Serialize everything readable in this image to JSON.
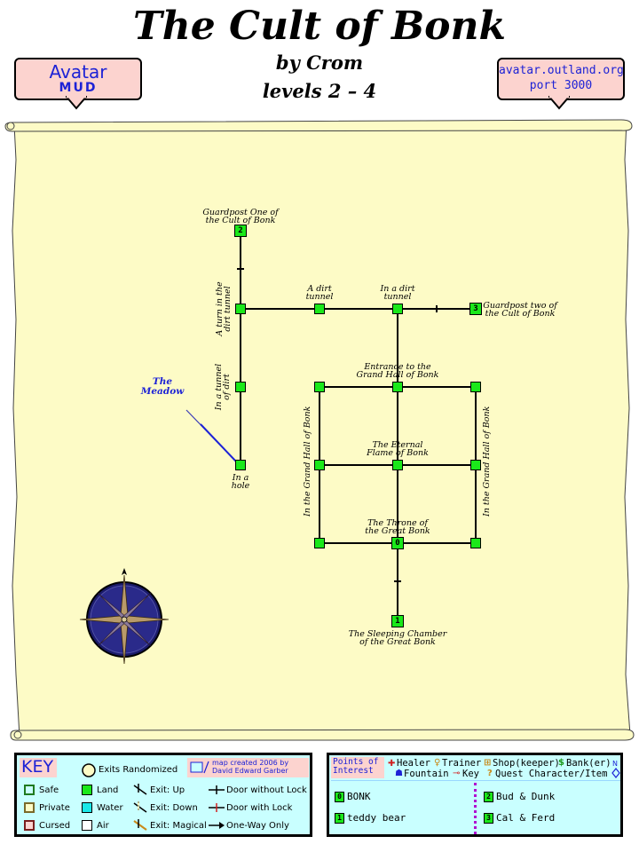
{
  "header": {
    "title": "The Cult of Bonk",
    "author": "by Crom",
    "levels": "levels 2 – 4"
  },
  "badges": {
    "left_line1": "Avatar",
    "left_line2": "MUD",
    "right_line1": "avatar.outland.org",
    "right_line2": "port 3000"
  },
  "colors": {
    "parchment": "#fdfbc6",
    "room": "#1ae81a",
    "key_bg": "#c9ffff",
    "badge_bg": "#fcd3cf",
    "meadow_text": "#1d22d6"
  },
  "map": {
    "rooms": {
      "guardpost_one": "Guardpost One of\nthe Cult of Bonk",
      "a_turn": "A turn in the\ndirt tunnel",
      "a_dirt_tunnel": "A dirt\ntunnel",
      "in_a_dirt_tunnel": "In a dirt\ntunnel",
      "guardpost_two": "Guardpost two of\nthe Cult of Bonk",
      "in_a_tunnel_of_dirt": "In a tunnel\nof dirt",
      "in_a_hole": "In a\nhole",
      "entrance": "Entrance to the\nGrand Hall of Bonk",
      "eternal_flame": "The Eternal\nFlame of Bonk",
      "throne": "The Throne of\nthe Great Bonk",
      "sleeping_chamber": "The Sleeping Chamber\nof the Great Bonk",
      "grand_hall_left": "In the Grand Hall of Bonk",
      "grand_hall_right": "In the Grand Hall of Bonk"
    },
    "room_numbers": {
      "guardpost_one": "2",
      "guardpost_two": "3",
      "throne": "0",
      "sleeping_chamber": "1"
    },
    "exit_label": "The\nMeadow"
  },
  "key": {
    "title": "KEY",
    "exits_randomized": "Exits Randomized",
    "credit_line1": "map created 2006 by",
    "credit_line2": "David Edward Garber",
    "safe": "Safe",
    "private": "Private",
    "cursed": "Cursed",
    "land": "Land",
    "water": "Water",
    "air": "Air",
    "exit_up": "Exit: Up",
    "exit_down": "Exit: Down",
    "exit_magical": "Exit: Magical",
    "door_without_lock": "Door without Lock",
    "door_with_lock": "Door with Lock",
    "one_way_only": "One-Way Only"
  },
  "poi": {
    "title_line1": "Points of",
    "title_line2": "Interest",
    "healer": "Healer",
    "trainer": "Trainer",
    "shop": "Shop(keeper)",
    "bank": "Bank(er)",
    "fountain": "Fountain",
    "key": "Key",
    "quest": "Quest Character/Item",
    "items": [
      {
        "num": "0",
        "label": "BONK"
      },
      {
        "num": "1",
        "label": "teddy bear"
      },
      {
        "num": "2",
        "label": "Bud & Dunk"
      },
      {
        "num": "3",
        "label": "Cal & Ferd"
      }
    ]
  }
}
